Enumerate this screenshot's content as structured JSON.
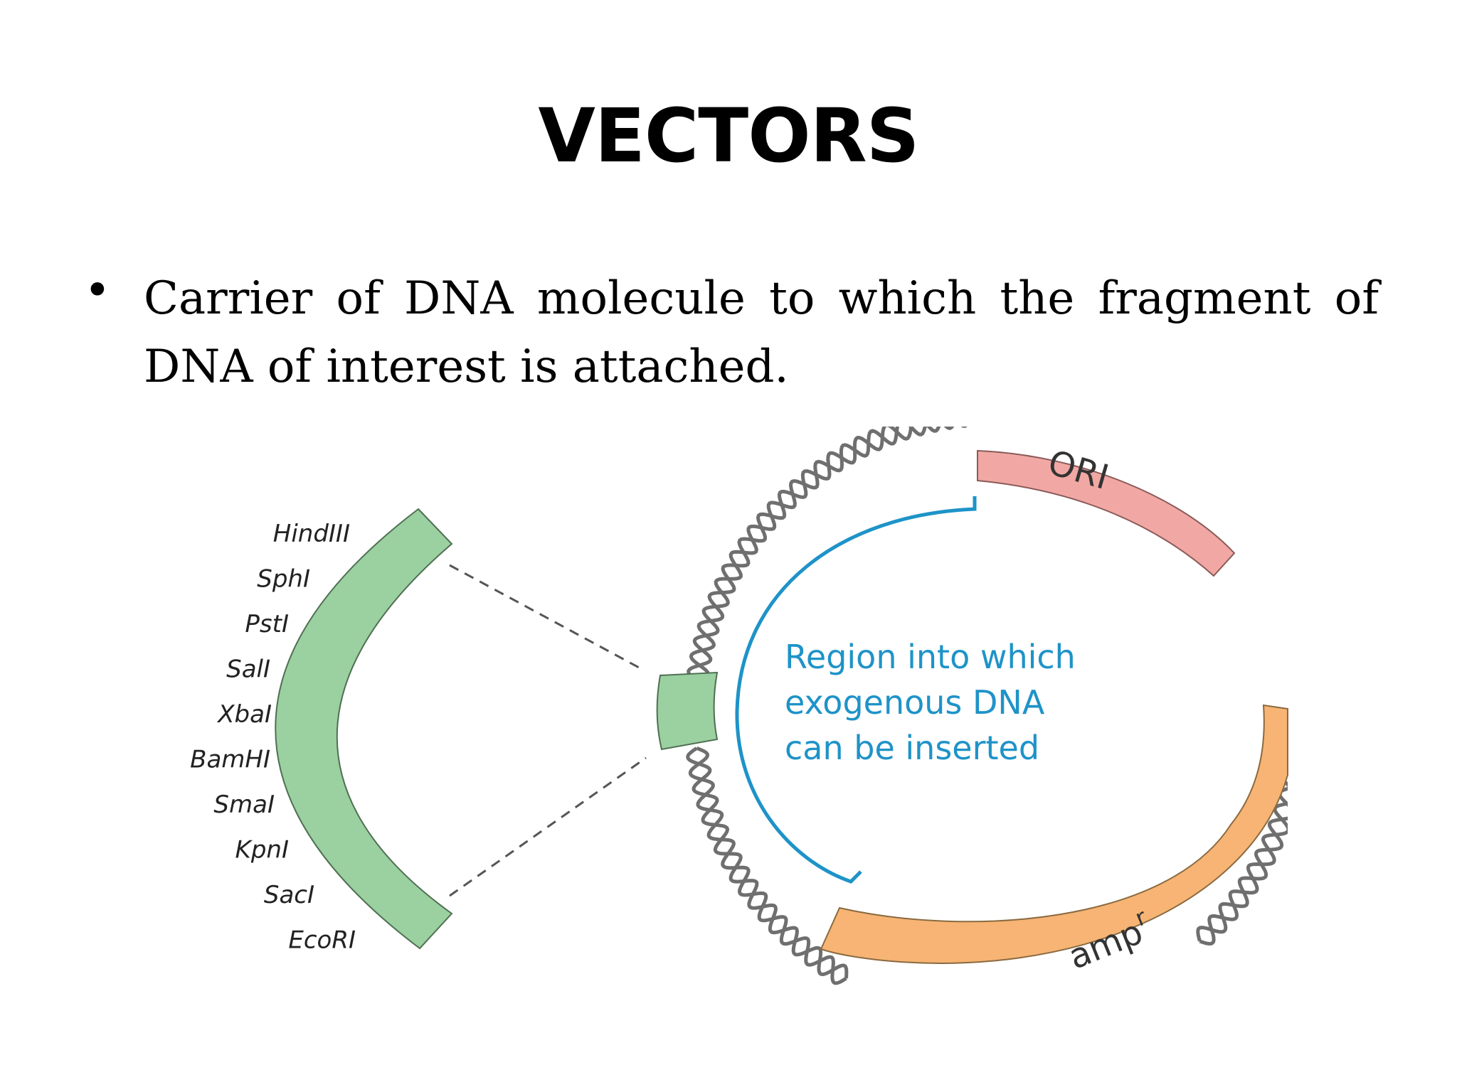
{
  "slide": {
    "title": "VECTORS",
    "bullet_symbol": "•",
    "bullet_text": "Carrier of DNA molecule to which the fragment of DNA of interest is attached."
  },
  "diagram": {
    "restriction_sites": [
      "HindIII",
      "SphI",
      "PstI",
      "SalI",
      "XbaI",
      "BamHI",
      "SmaI",
      "KpnI",
      "SacI",
      "EcoRI"
    ],
    "ori_label": "ORI",
    "amp_label": "amp",
    "amp_superscript": "r",
    "region_label_lines": [
      "Region into which",
      "exogenous DNA",
      "can  be inserted"
    ],
    "colors": {
      "mcs_green": "#9bd0a0",
      "ori_pink": "#f1a8a4",
      "amp_orange": "#f7b474",
      "region_blue": "#1e93c8",
      "helix_gray": "#6f6f6f"
    }
  }
}
